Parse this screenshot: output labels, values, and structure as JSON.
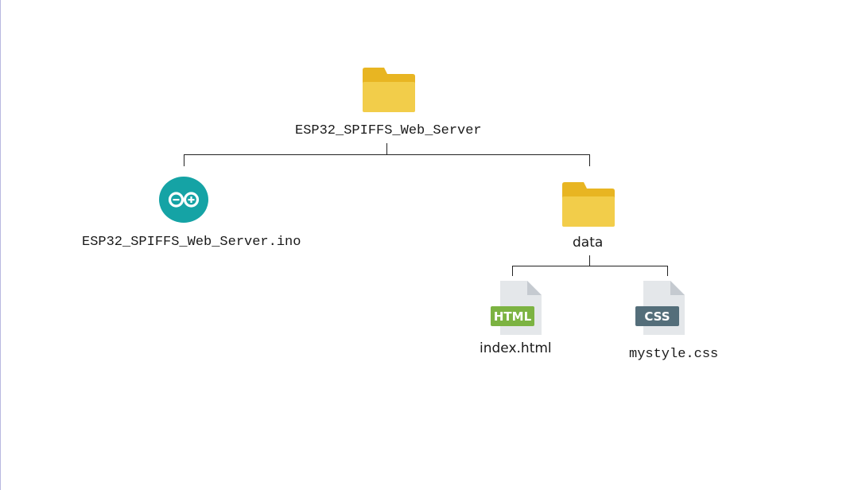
{
  "tree": {
    "root": {
      "name": "ESP32_SPIFFS_Web_Server",
      "icon": "folder-icon"
    },
    "sketch_file": {
      "name": "ESP32_SPIFFS_Web_Server.ino",
      "icon": "arduino-icon"
    },
    "data_folder": {
      "name": "data",
      "icon": "folder-icon"
    },
    "html_file": {
      "name": "index.html",
      "icon": "html-file-icon",
      "badge": "HTML"
    },
    "css_file": {
      "name": "mystyle.css",
      "icon": "css-file-icon",
      "badge": "CSS"
    }
  },
  "colors": {
    "folder_back": "#e8b522",
    "folder_front": "#f2cd4a",
    "arduino_teal": "#15a3a5",
    "html_badge": "#7cb342",
    "css_badge": "#546e7a",
    "file_page": "#e4e7ea",
    "file_fold": "#c5cad0",
    "connector": "#222222"
  }
}
